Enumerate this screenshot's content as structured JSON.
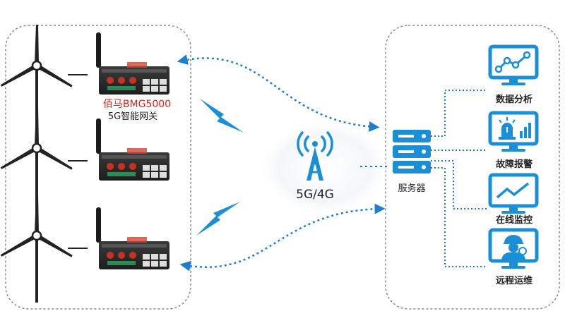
{
  "diagram": {
    "device_brand_label": "佰马BMG5000",
    "device_type_label": "5G智能网关",
    "network_label": "5G/4G",
    "server_label": "服务器",
    "functions": [
      {
        "label": "数据分析",
        "icon": "line-chart-icon"
      },
      {
        "label": "故障报警",
        "icon": "alarm-icon"
      },
      {
        "label": "在线监控",
        "icon": "monitor-icon"
      },
      {
        "label": "远程运维",
        "icon": "engineer-icon"
      }
    ],
    "colors": {
      "accent_blue": "#1a8fd6",
      "dotted_line": "#1e7fd0",
      "brand_red": "#e0201b",
      "panel_border": "#888888",
      "turbine": "#222222",
      "gateway_body": "#2b2b2b"
    }
  }
}
